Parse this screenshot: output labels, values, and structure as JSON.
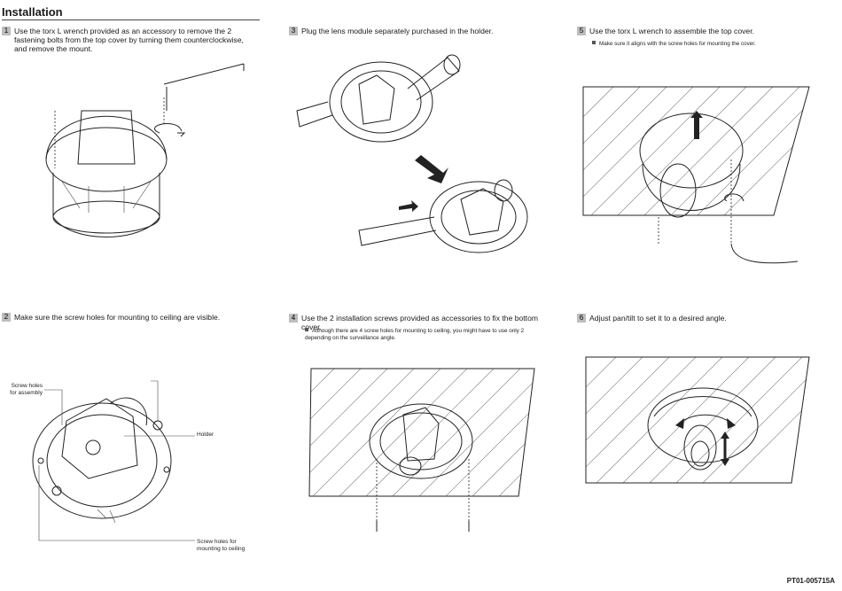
{
  "header": {
    "title": "Installation"
  },
  "steps": [
    {
      "num": "1",
      "text": "Use the torx L wrench provided as an accessory to remove the 2 fastening bolts from the top cover by turning them counterclockwise, and remove the mount."
    },
    {
      "num": "2",
      "text": "Make sure the screw holes for mounting to ceiling are visible."
    },
    {
      "num": "3",
      "text": "Plug the lens module separately purchased in the holder."
    },
    {
      "num": "4",
      "text": "Use the 2 installation screws provided as accessories to fix the bottom cover.",
      "note": "Although there are 4 screw holes for mounting to ceiling, you might have to use only 2 depending on the surveillance angle."
    },
    {
      "num": "5",
      "text": "Use the torx L wrench to assemble the top cover.",
      "note": "Make sure it aligns with the screw holes for mounting the cover."
    },
    {
      "num": "6",
      "text": "Adjust pan/tilt to set it to a desired angle."
    }
  ],
  "labels": {
    "screw_holes_assembly": "Screw holes for assembly",
    "holder": "Holder",
    "screw_holes_ceiling": "Screw holes for mounting to ceiling"
  },
  "footer": {
    "code": "PT01-005715A"
  }
}
